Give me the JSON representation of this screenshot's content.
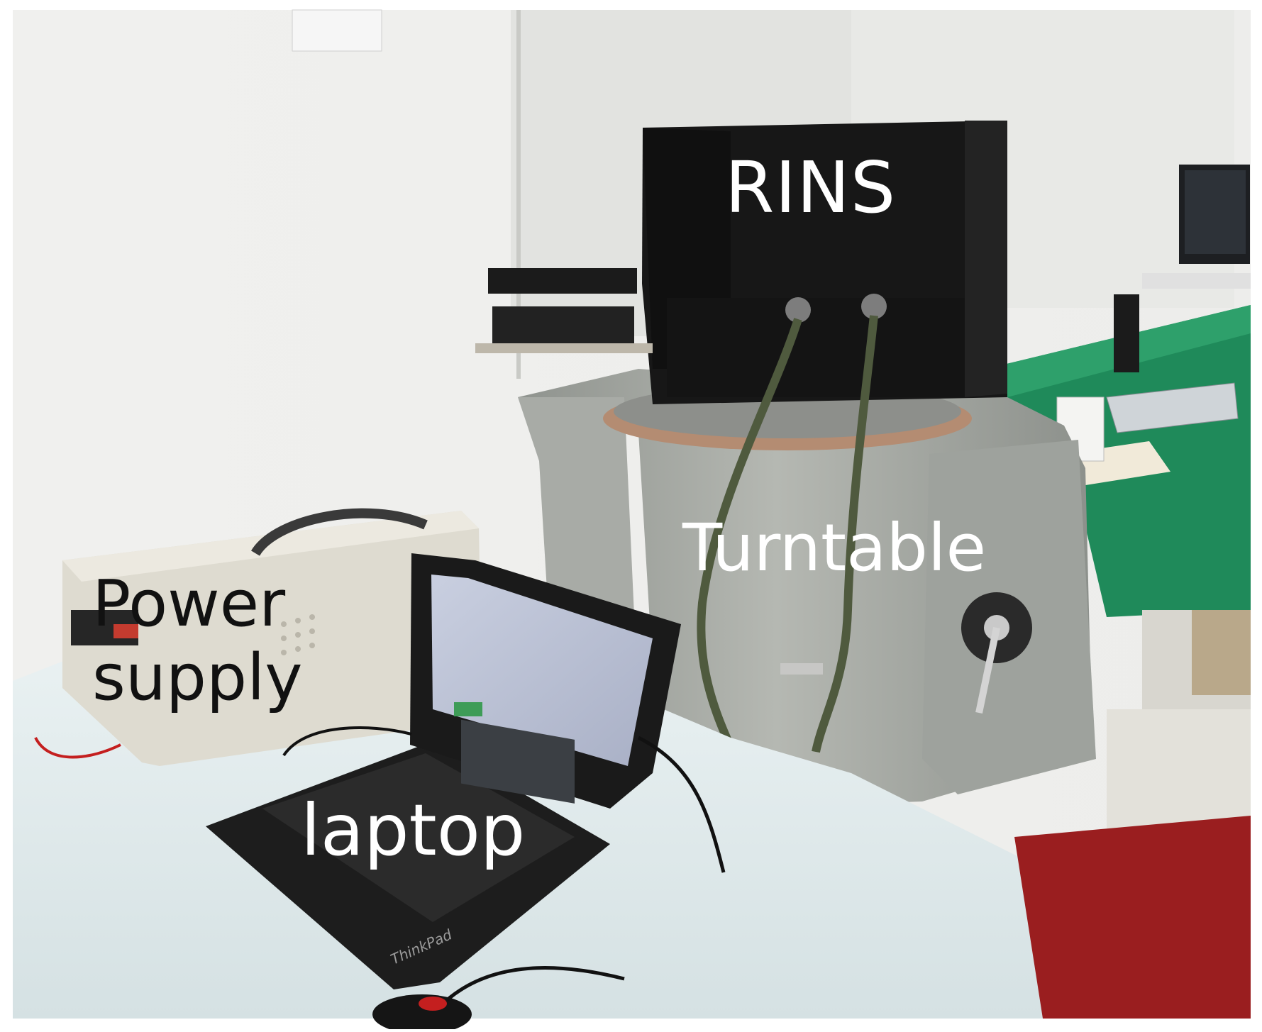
{
  "labels": {
    "rins": "RINS",
    "turntable": "Turntable",
    "power_supply_line1": "Power",
    "power_supply_line2": "supply",
    "laptop": "laptop"
  },
  "laptop_brand": "ThinkPad",
  "colors": {
    "label_text": "#ffffff",
    "label_text_dark": "#111111",
    "rins_box": "#171717",
    "turntable_gray": "#a7aaa5",
    "desk_surface": "#dfe9ea",
    "green_bench": "#1f8a5a",
    "wall": "#f3f3f1"
  }
}
